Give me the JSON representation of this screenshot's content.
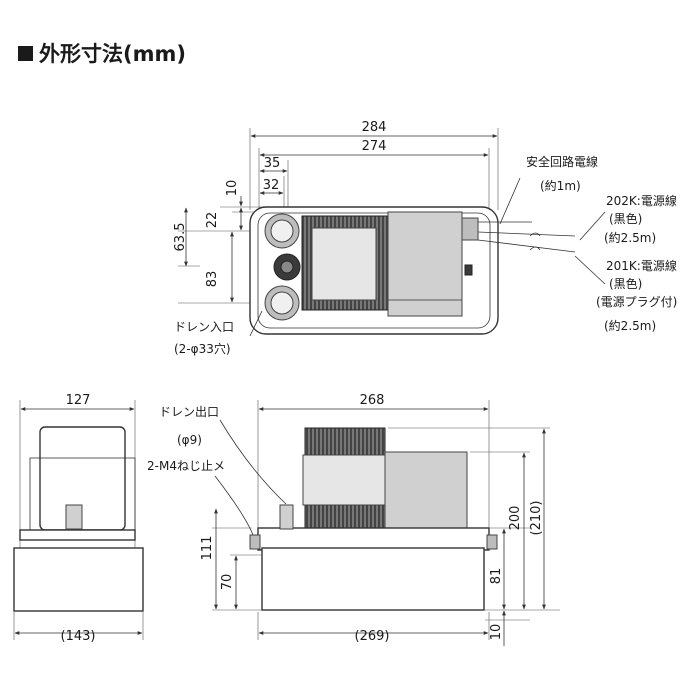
{
  "title": "外形寸法(mm)",
  "top_view": {
    "dims": {
      "overall_width": "284",
      "inner_width": "274",
      "d35": "35",
      "d32": "32",
      "d10": "10",
      "d22": "22",
      "d63_5": "63.5",
      "d83": "83"
    },
    "labels": {
      "safety_line": "安全回路電線",
      "safety_line_len": "(約1m)",
      "k202_line": "202K:電源線",
      "k202_color": "(黒色)",
      "k202_len": "(約2.5m)",
      "k201_line": "201K:電源線",
      "k201_color": "(黒色)",
      "k201_plug": "(電源プラグ付)",
      "k201_len": "(約2.5m)",
      "drain_in": "ドレン入口",
      "drain_in_spec": "(2-φ33穴)"
    }
  },
  "side_view": {
    "dims": {
      "width_top": "127",
      "width_bottom": "(143)"
    }
  },
  "front_view": {
    "dims": {
      "width_top": "268",
      "width_bottom": "(269)",
      "h111": "111",
      "h70": "70",
      "h200": "200",
      "h210": "(210)",
      "h81": "81",
      "h10": "10"
    },
    "labels": {
      "drain_out": "ドレン出口",
      "drain_out_spec": "(φ9)",
      "screw": "2-M4ねじ止メ"
    }
  }
}
